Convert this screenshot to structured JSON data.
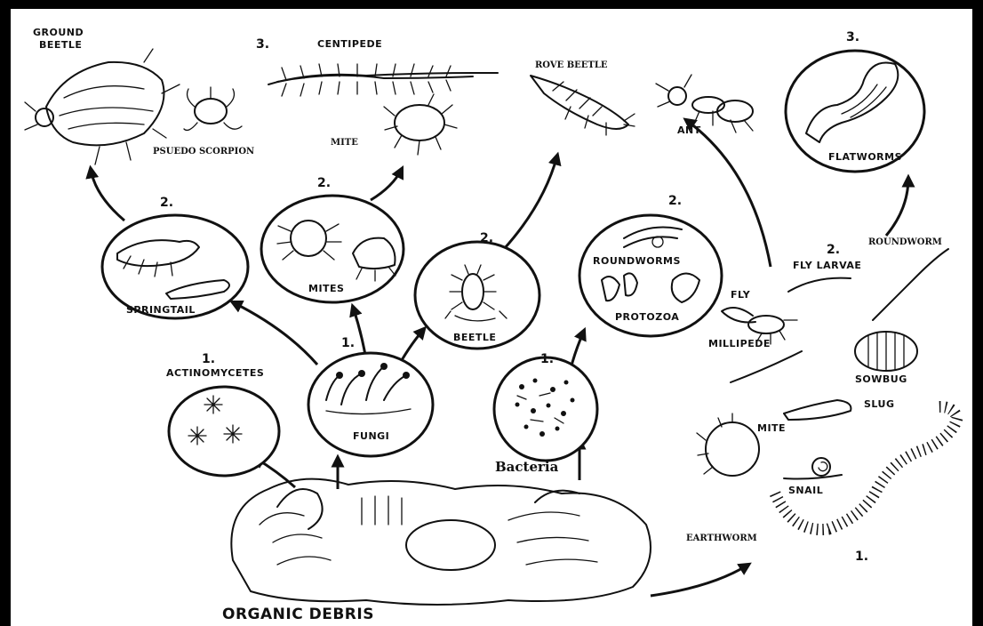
{
  "labels": {
    "ground_beetle": "GROUND",
    "ground_beetle_2": "BEETLE",
    "pseudo_scorpion": "PSUEDO SCORPION",
    "centipede": "CENTIPEDE",
    "mite_top": "MITE",
    "rove_beetle": "ROVE BEETLE",
    "ant": "ANT",
    "flatworms": "FLATWORMS",
    "springtail": "SPRINGTAIL",
    "mites": "MITES",
    "beetle": "BEETLE",
    "roundworms": "ROUNDWORMS",
    "protozoa": "PROTOZOA",
    "roundworm": "ROUNDWORM",
    "fly_larvae": "FLY LARVAE",
    "fly": "FLY",
    "millipede": "MILLIPEDE",
    "sowbug": "SOWBUG",
    "slug": "SLUG",
    "mite_right": "MITE",
    "snail": "SNAIL",
    "earthworm": "EARTHWORM",
    "actinomycetes": "ACTINOMYCETES",
    "fungi": "FUNGI",
    "bacteria": "Bacteria",
    "organic_debris": "ORGANIC DEBRIS"
  },
  "levels": {
    "actinomycetes": "1.",
    "bacteria": "1.",
    "fungi": "1.",
    "earthworm": "1.",
    "springtail": "2.",
    "mites": "2.",
    "beetle": "2.",
    "roundworms": "2.",
    "fly_larvae": "2.",
    "centipede": "3.",
    "flatworms": "3."
  }
}
